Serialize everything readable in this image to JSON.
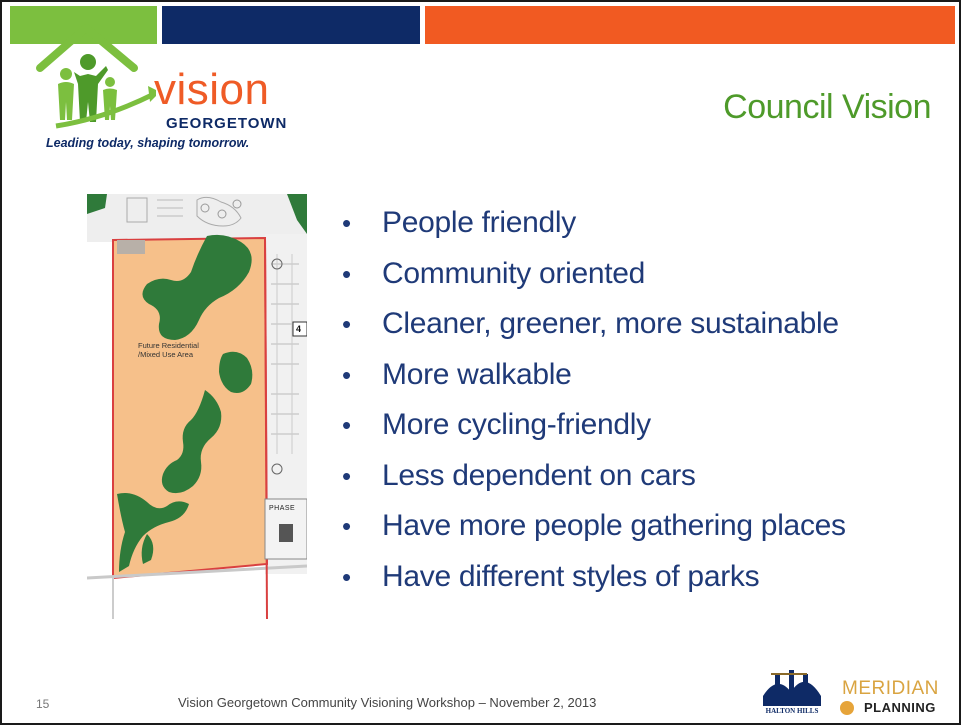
{
  "header": {
    "colors": {
      "green": "#7cbf3f",
      "navy": "#0e2a66",
      "orange": "#f15a22"
    }
  },
  "logo": {
    "word": "vision",
    "sub": "GEORGETOWN",
    "tagline": "Leading today, shaping tomorrow."
  },
  "slide": {
    "title": "Council Vision"
  },
  "map": {
    "label_line1": "Future Residential",
    "label_line2": "/Mixed Use Area",
    "badge": "4",
    "phase": "PHASE"
  },
  "bullets": [
    "People friendly",
    "Community oriented",
    "Cleaner, greener, more sustainable",
    "More walkable",
    "More cycling-friendly",
    "Less dependent on cars",
    "Have more people gathering places",
    "Have different styles of parks"
  ],
  "footer": {
    "page_number": "15",
    "text": "Vision Georgetown Community Visioning Workshop – November 2, 2013",
    "halton_hills": "HALTON HILLS",
    "meridian": "MERIDIAN",
    "planning": "PLANNING"
  }
}
